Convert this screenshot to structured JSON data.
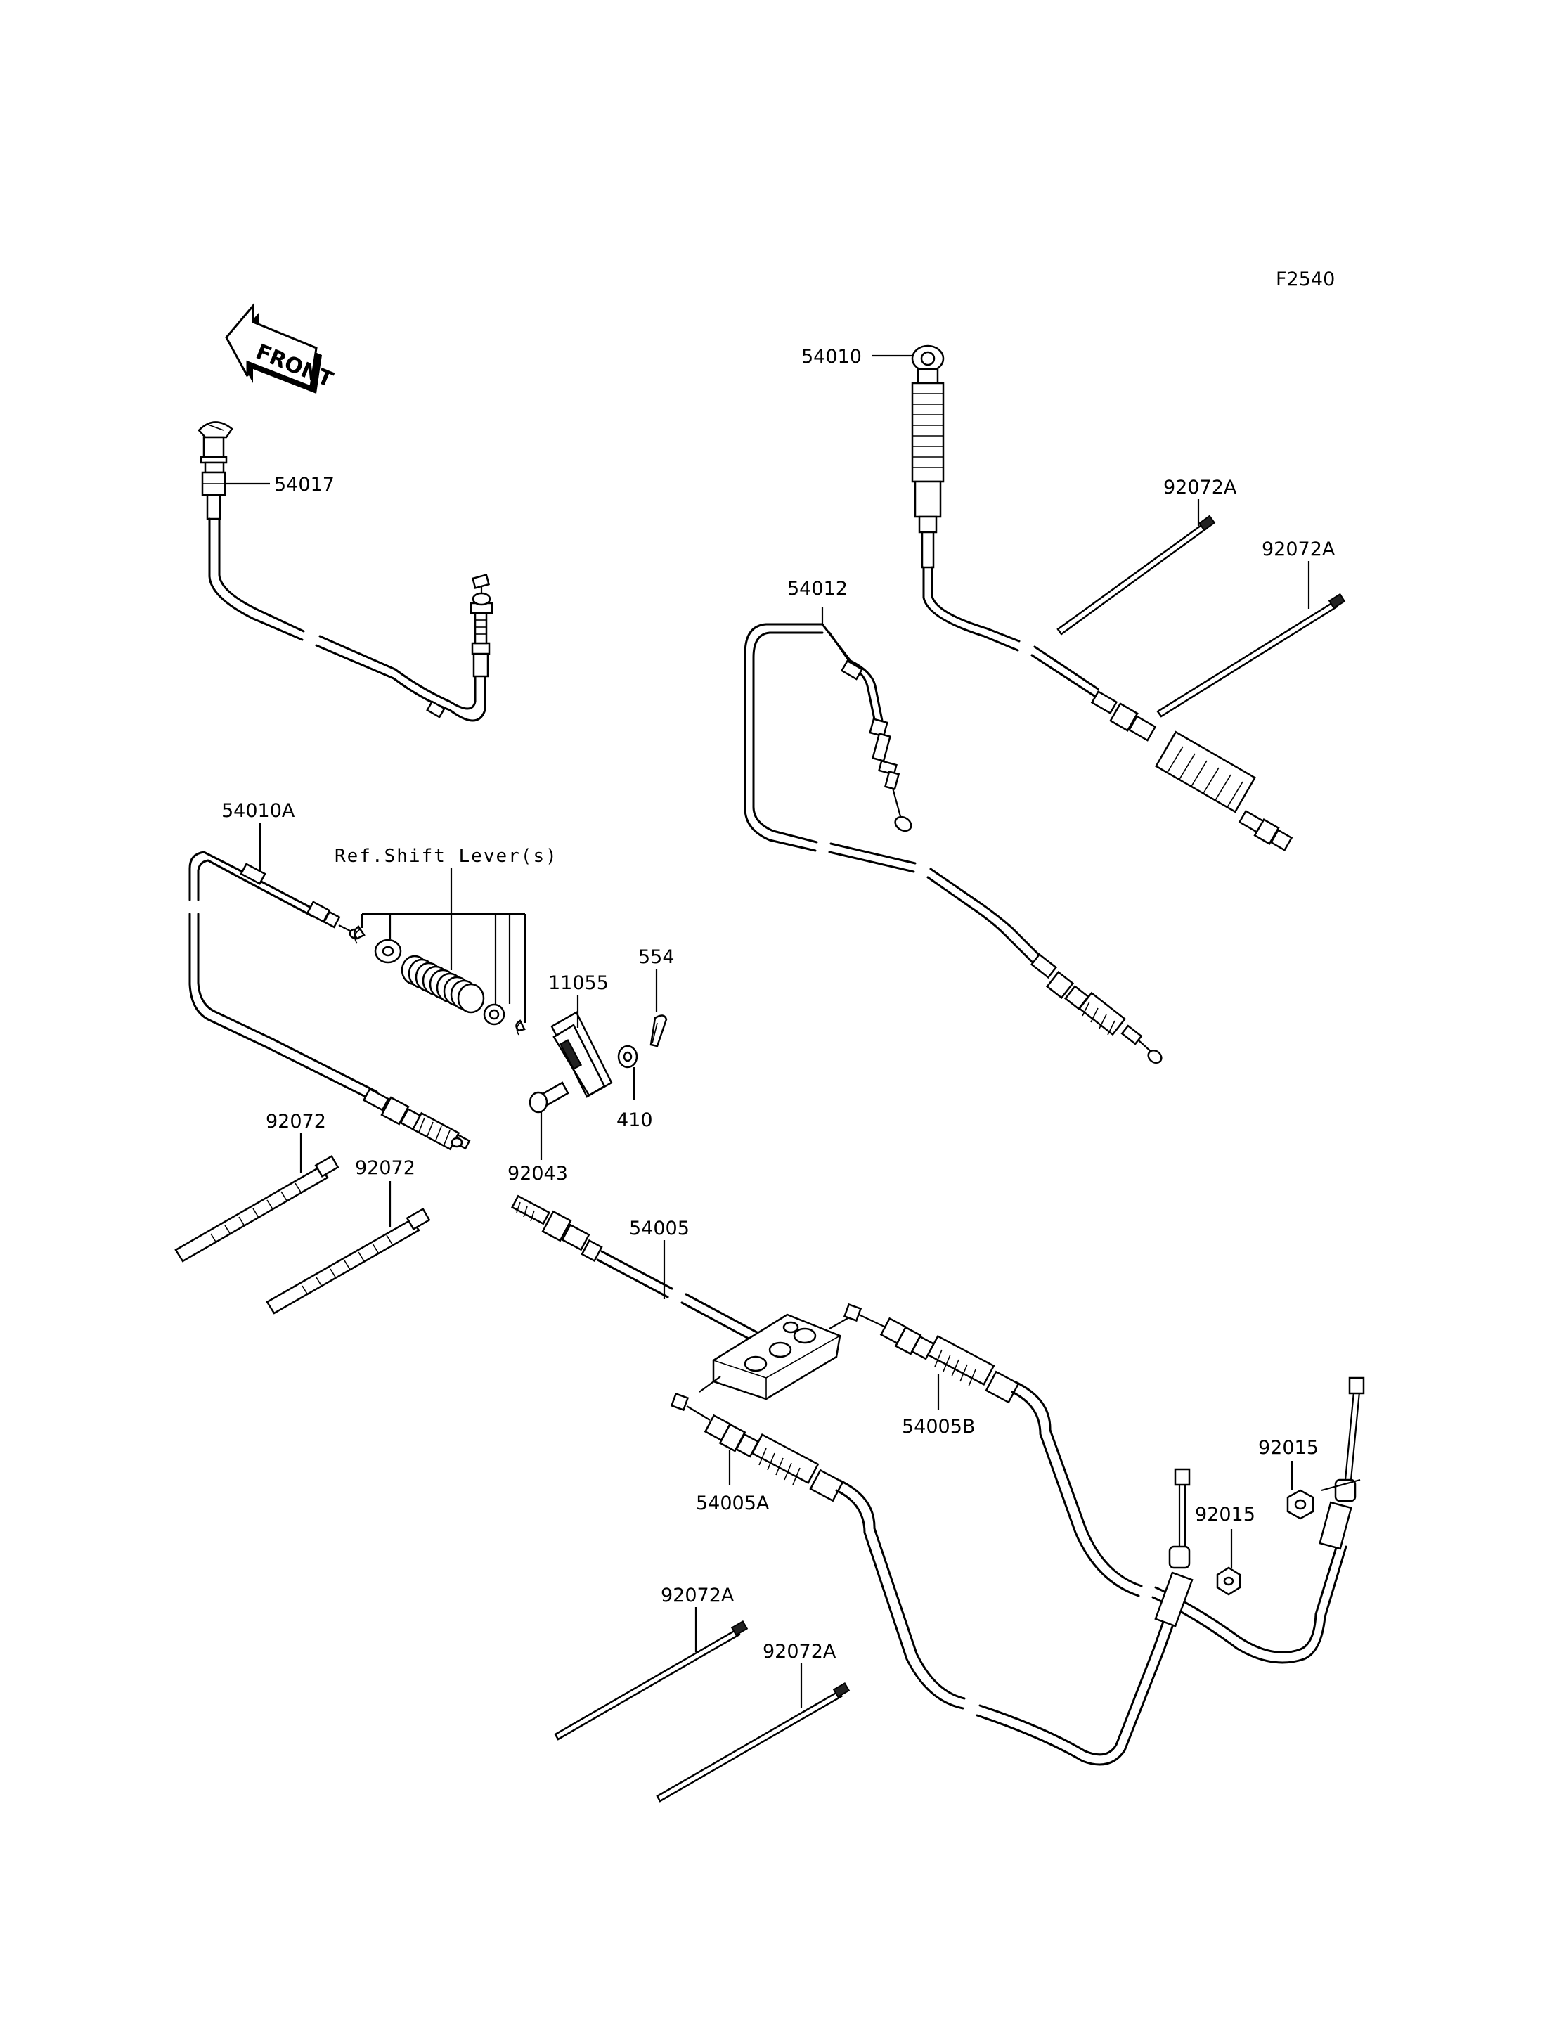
{
  "figure_code": "F2540",
  "front_label": "FRONT",
  "parts": {
    "p54010": "54010",
    "p92072A_1": "92072A",
    "p92072A_2": "92072A",
    "p54012": "54012",
    "p54017": "54017",
    "p54010A": "54010A",
    "ref_shift_lever": "Ref.Shift Lever(s)",
    "p11055": "11055",
    "p554": "554",
    "p410": "410",
    "p92043": "92043",
    "p92072_1": "92072",
    "p92072_2": "92072",
    "p54005": "54005",
    "p54005B": "54005B",
    "p54005A": "54005A",
    "p92015_1": "92015",
    "p92015_2": "92015",
    "p92072A_3": "92072A",
    "p92072A_4": "92072A"
  }
}
